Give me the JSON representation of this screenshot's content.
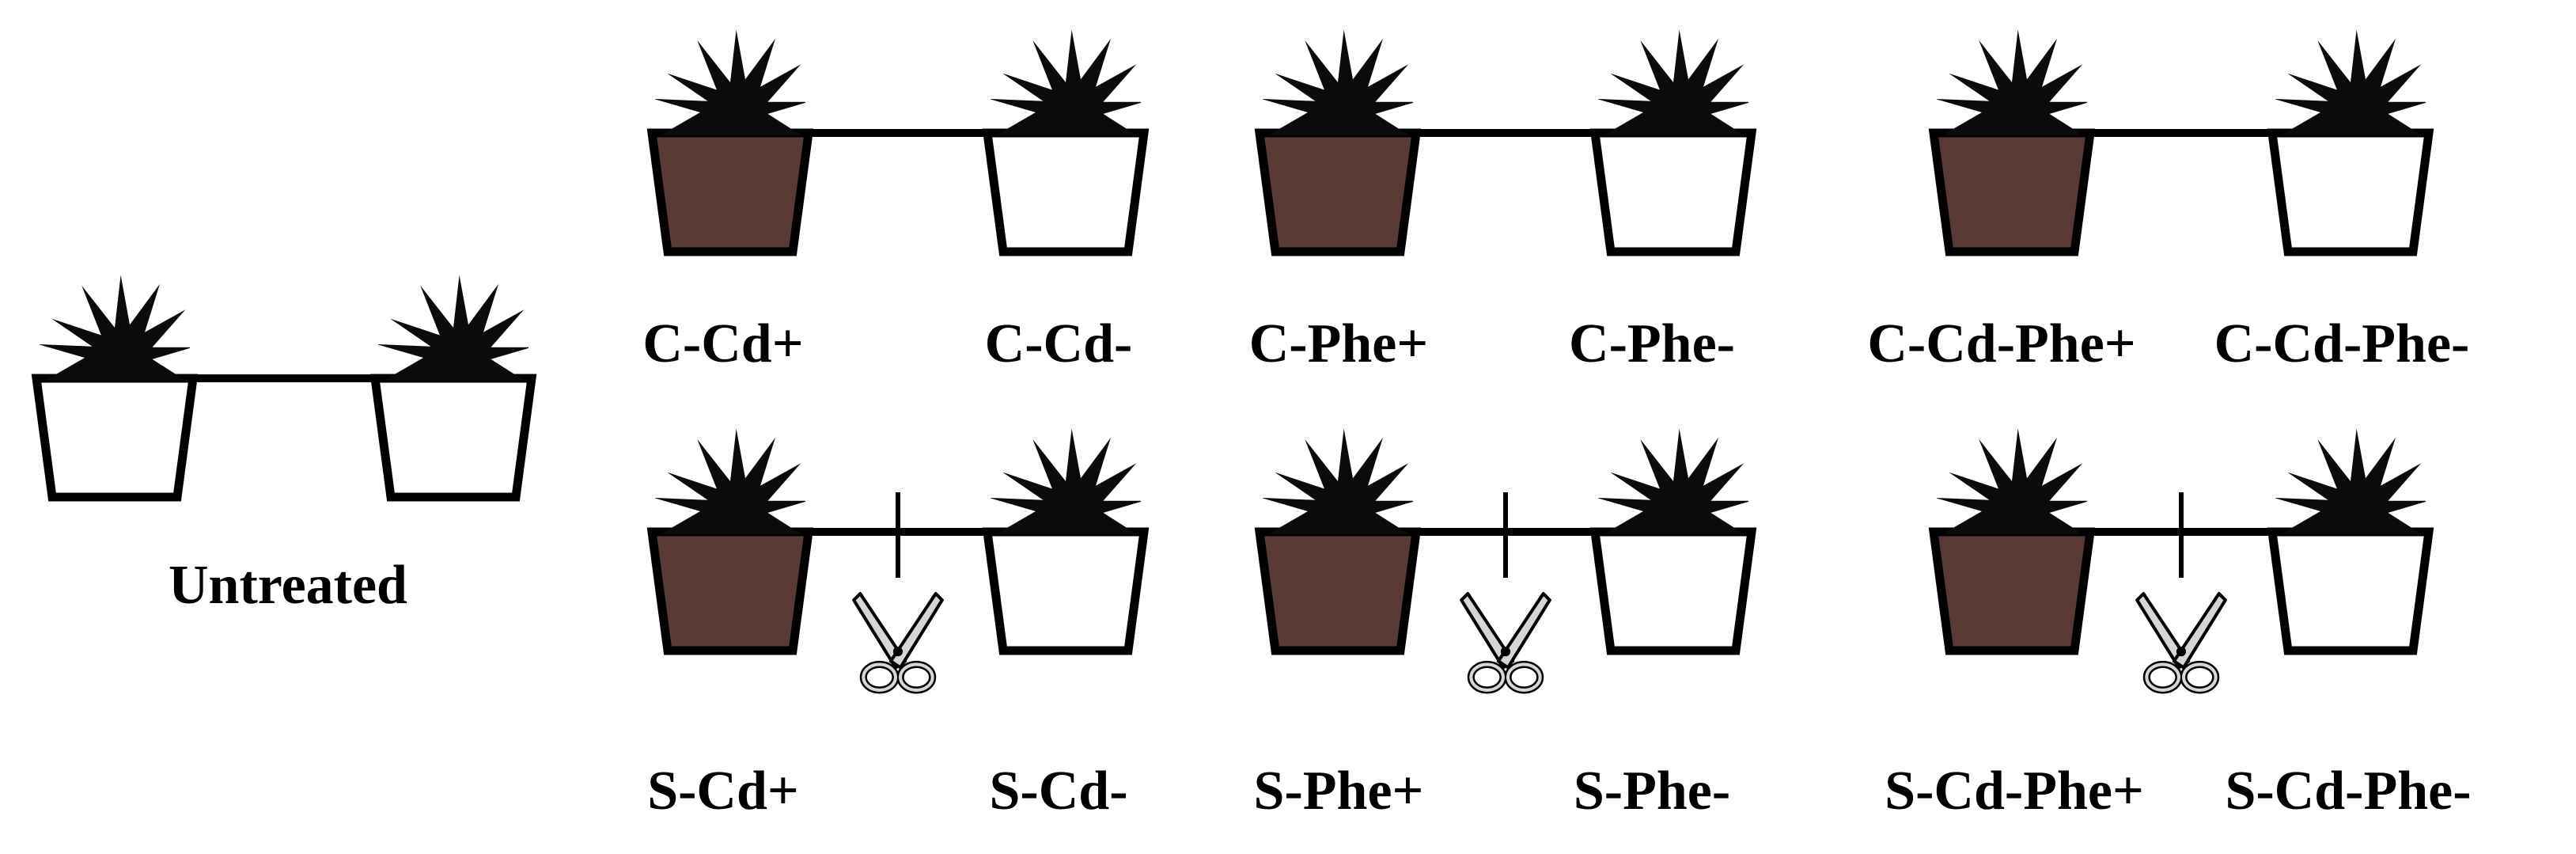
{
  "colors": {
    "stroke": "#000000",
    "plant": "#0b0b0b",
    "treated_soil": "#5a3a35",
    "untreated_soil": "#ffffff",
    "scissors": "#d6d6d6"
  },
  "untreated": {
    "label": "Untreated"
  },
  "connected": {
    "cd": {
      "donor_label": "C-Cd+",
      "receiver_label": "C-Cd-"
    },
    "phe": {
      "donor_label": "C-Phe+",
      "receiver_label": "C-Phe-"
    },
    "cd_phe": {
      "donor_label": "C-Cd-Phe+",
      "receiver_label": "C-Cd-Phe-"
    }
  },
  "severed": {
    "cd": {
      "donor_label": "S-Cd+",
      "receiver_label": "S-Cd-"
    },
    "phe": {
      "donor_label": "S-Phe+",
      "receiver_label": "S-Phe-"
    },
    "cd_phe": {
      "donor_label": "S-Cd-Phe+",
      "receiver_label": "S-Cd-Phe-"
    }
  },
  "icons": {
    "plant": "plant-icon",
    "pot": "pot-icon",
    "scissors": "scissors-icon"
  }
}
